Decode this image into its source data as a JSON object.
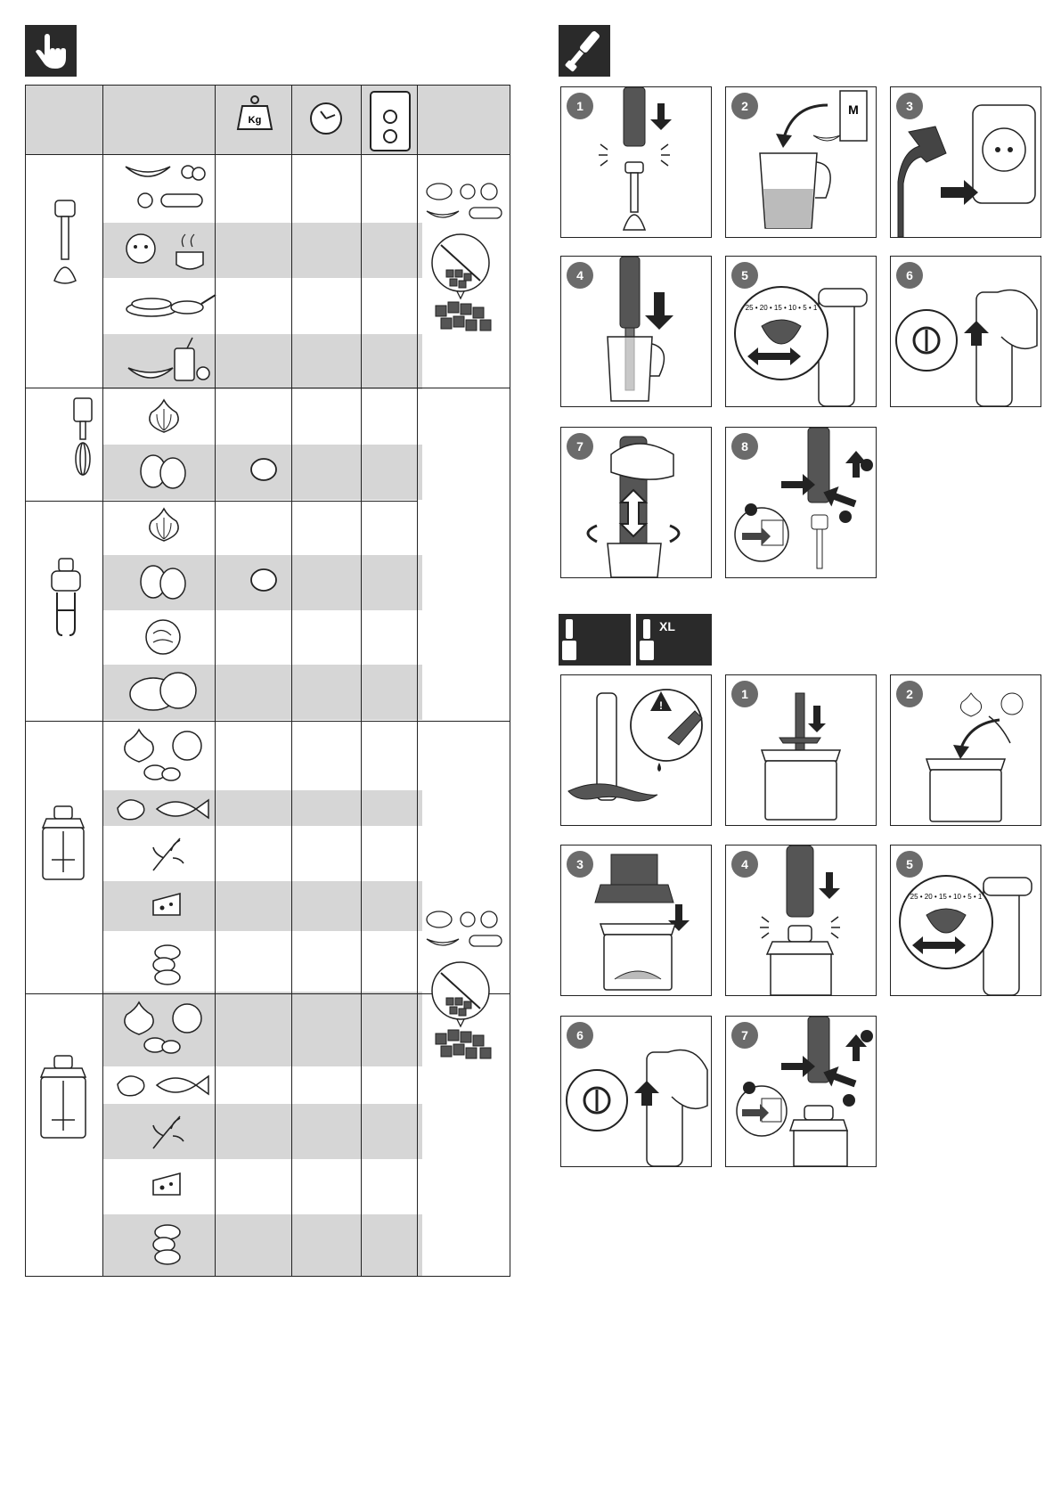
{
  "table": {
    "header_icons": [
      "weight-icon",
      "timer-icon",
      "speed-control-icon"
    ],
    "groups": [
      {
        "accessory": "blender-wand-icon",
        "rows": 4
      },
      {
        "accessory": "whisk-icon",
        "rows": 2
      },
      {
        "accessory": "kneading-hooks-icon",
        "rows": 4
      },
      {
        "accessory": "small-chopper-icon",
        "rows": 5
      },
      {
        "accessory": "xl-chopper-icon",
        "rows": 5
      }
    ],
    "egg_quantity_icon": "egg-icon"
  },
  "chopper_header": {
    "small_label": "",
    "xl_label": "XL"
  },
  "steps_blender": [
    {
      "n": "1",
      "icon": "attach-wand-icon"
    },
    {
      "n": "2",
      "icon": "fill-beaker-icon"
    },
    {
      "n": "3",
      "icon": "plug-in-icon"
    },
    {
      "n": "4",
      "icon": "immerse-wand-icon"
    },
    {
      "n": "5",
      "icon": "speed-dial-icon"
    },
    {
      "n": "6",
      "icon": "power-on-icon"
    },
    {
      "n": "7",
      "icon": "move-up-down-icon"
    },
    {
      "n": "8",
      "icon": "unplug-detach-icon"
    }
  ],
  "steps_chopper": [
    {
      "n": "",
      "icon": "blade-warning-icon"
    },
    {
      "n": "1",
      "icon": "insert-blade-icon"
    },
    {
      "n": "2",
      "icon": "add-ingredients-icon"
    },
    {
      "n": "3",
      "icon": "place-lid-icon"
    },
    {
      "n": "4",
      "icon": "attach-motor-icon"
    },
    {
      "n": "5",
      "icon": "speed-dial-icon"
    },
    {
      "n": "6",
      "icon": "power-on-icon"
    },
    {
      "n": "7",
      "icon": "unplug-detach-icon"
    }
  ],
  "speed_scale": "25 • 20 • 15 • 10 • 5 • 1",
  "steps_numbers": [
    "1",
    "2",
    "3",
    "4",
    "5",
    "6",
    "7",
    "8"
  ],
  "chopper_numbers": [
    "1",
    "2",
    "3",
    "4",
    "5",
    "6",
    "7"
  ]
}
